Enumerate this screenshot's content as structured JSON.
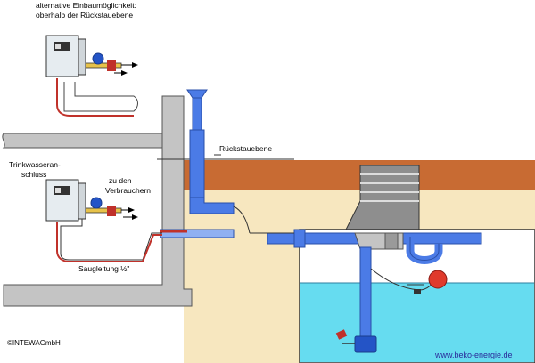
{
  "labels": {
    "alt_line1": "alternative Einbaumöglichkeit:",
    "alt_line2": "oberhalb der Rückstauebene",
    "rueckstauebene": "Rückstauebene",
    "trink_line1": "Trinkwasseran-",
    "trink_line2": "schluss",
    "verb_line1": "zu den",
    "verb_line2": "Verbrauchern",
    "saugleitung": "Saugleitung ½\"",
    "copyright": "©INTEWAGmbH",
    "website": "www.beko-energie.de"
  },
  "colors": {
    "soil": "#c86b33",
    "sand": "#f7e7bf",
    "concrete": "#c4c4c4",
    "water": "#66dcf0",
    "pipe": "#4b7be6",
    "pipe_light": "#8fb0f2",
    "suction_hose": "#c0312a",
    "pump": "#2454c6",
    "float": "#e03a2c"
  },
  "icons": [
    "controller-box-icon",
    "pump-icon",
    "valve-icon",
    "float-switch-icon",
    "flow-arrow-icon"
  ]
}
